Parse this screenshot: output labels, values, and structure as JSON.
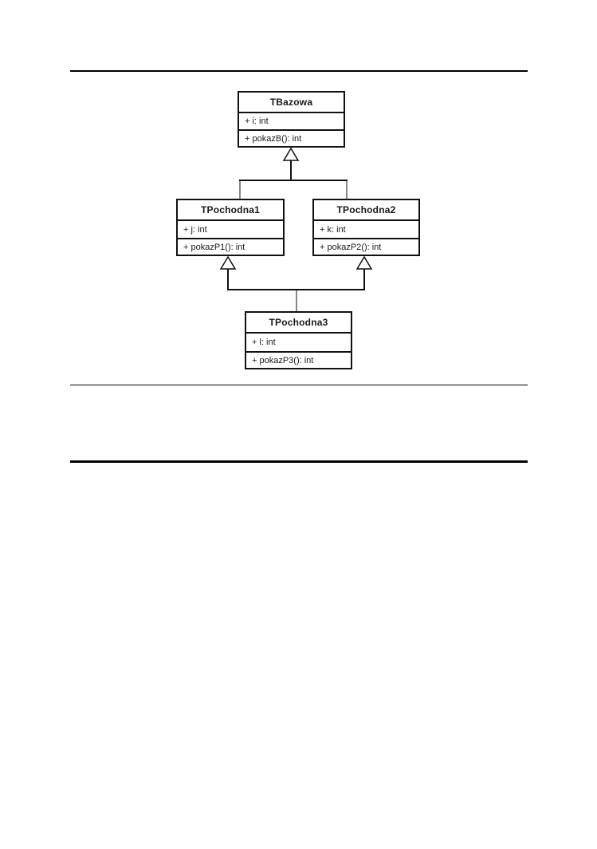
{
  "page": {
    "background": "#ffffff"
  },
  "diagram": {
    "classes": [
      {
        "name": "TBazowa",
        "attributes": [
          "+ i: int"
        ],
        "methods": [
          "+ pokazB(): int"
        ]
      },
      {
        "name": "TPochodna1",
        "attributes": [
          "+ j: int"
        ],
        "methods": [
          "+ pokazP1(): int"
        ]
      },
      {
        "name": "TPochodna2",
        "attributes": [
          "+ k: int"
        ],
        "methods": [
          "+ pokazP2(): int"
        ]
      },
      {
        "name": "TPochodna3",
        "attributes": [
          "+ l: int"
        ],
        "methods": [
          "+ pokazP3(): int"
        ]
      }
    ],
    "relations": [
      {
        "from": "TPochodna1",
        "to": "TBazowa",
        "type": "generalization"
      },
      {
        "from": "TPochodna2",
        "to": "TBazowa",
        "type": "generalization"
      },
      {
        "from": "TPochodna3",
        "to": "TPochodna1",
        "type": "generalization"
      },
      {
        "from": "TPochodna3",
        "to": "TPochodna2",
        "type": "generalization"
      }
    ]
  },
  "colors": {
    "line": "#000000",
    "box_border": "#111111",
    "text": "#1a1a1a",
    "background": "#ffffff"
  }
}
